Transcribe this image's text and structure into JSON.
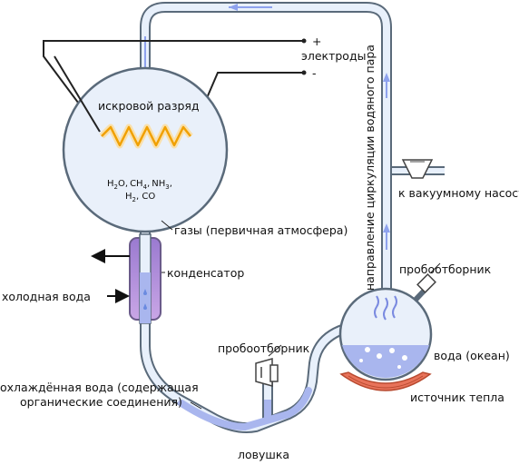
{
  "labels": {
    "electrodes": "электроды",
    "plus": "+",
    "minus": "-",
    "spark": "искровой разряд",
    "gases": "газы (первичная атмосфера)",
    "condenser": "конденсатор",
    "cold_water": "холодная вода",
    "cooled_water_line1": "охлаждённая вода (содержащая",
    "cooled_water_line2": "органические соединения)",
    "sampler_left": "пробоотборник",
    "trap": "ловушка",
    "sampler_right": "пробоотборник",
    "water_ocean": "вода (океан)",
    "heat_source": "источник тепла",
    "vacuum_pump": "к вакуумному насосу",
    "vapor_direction": "направление циркуляции водяного пара"
  },
  "formula": {
    "h2o": {
      "base": "H",
      "sub": "2",
      "rest": "O,"
    },
    "ch4": {
      "base": "CH",
      "sub": "4",
      "rest": ","
    },
    "nh3": {
      "base": "NH",
      "sub": "3",
      "rest": ","
    },
    "h2": {
      "base": "H",
      "sub": "2",
      "rest": ", CO"
    }
  },
  "colors": {
    "tube_fill": "#e8f0fb",
    "tube_stroke": "#5a6a7a",
    "flask_fill": "#e9f0fa",
    "water": "#a9b6ee",
    "condenser": "#a98ad8",
    "spark": "#f0a000",
    "heat": "#e8735a",
    "flow_arrow": "#8ea2ee"
  }
}
